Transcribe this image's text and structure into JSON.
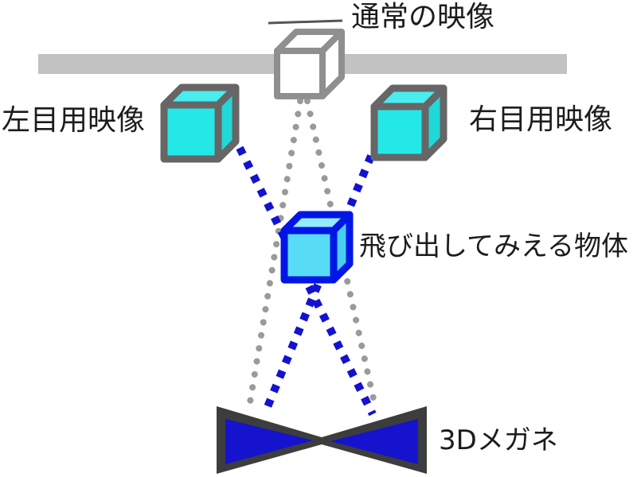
{
  "diagram": {
    "description_labels": {
      "normal_image": "通常の映像",
      "left_eye_image": "左目用映像",
      "right_eye_image": "右目用映像",
      "popout_object": "飛び出してみえる物体",
      "glasses_3d": "3Dメガネ"
    },
    "colors": {
      "background": "#ffffff",
      "screen_bar": "#c2c2c2",
      "white_cube_edge": "#8f8f8f",
      "white_cube_face": "#ffffff",
      "cyan_cube_edge": "#666666",
      "cyan_cube_front": "#24e8e8",
      "cyan_cube_top": "#49eded",
      "cyan_cube_side": "#20d8d8",
      "popout_cube_edge": "#0016e6",
      "popout_cube_front": "#58dcf6",
      "popout_cube_top": "#96ebfb",
      "popout_cube_side": "#47cfef",
      "gray_sightline": "#9a9a9a",
      "blue_sightline": "#1212d0",
      "glasses_frame": "#3d3d3d",
      "glasses_lens": "#1513ce",
      "label_text": "#1c1c1c",
      "pointer_line": "#555555"
    }
  }
}
